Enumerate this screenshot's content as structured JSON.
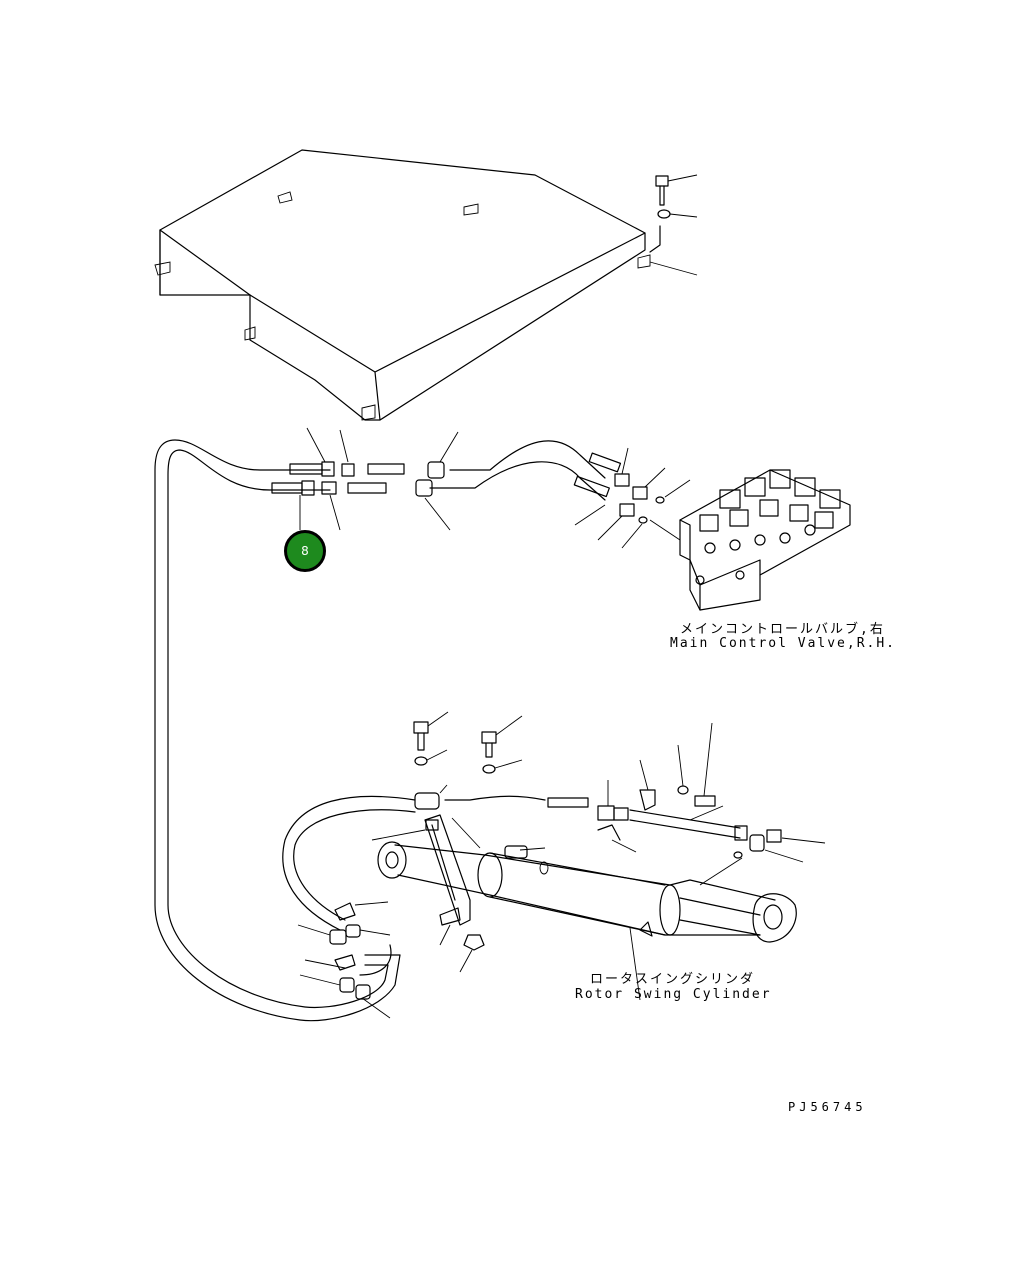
{
  "labels": {
    "main_control_valve_jp": "メインコントロールバルブ,右",
    "main_control_valve_en": "Main Control Valve,R.H.",
    "rotor_swing_cylinder_jp": "ロータスイングシリンダ",
    "rotor_swing_cylinder_en": "Rotor Swing Cylinder",
    "drawing_number": "PJ56745"
  },
  "callouts": [
    {
      "id": "8",
      "label": "8"
    }
  ],
  "colors": {
    "callout_fill": "#1e8a1e",
    "line": "#000000",
    "background": "#ffffff"
  }
}
